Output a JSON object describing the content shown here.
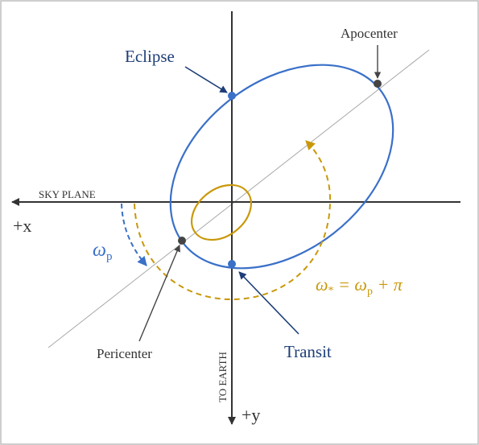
{
  "labels": {
    "eclipse": "Eclipse",
    "apocenter": "Apocenter",
    "pericenter": "Pericenter",
    "transit": "Transit",
    "sky_plane": "SKY PLANE",
    "to_earth": "TO EARTH",
    "plus_x": "+x",
    "plus_y": "+y",
    "omega_p_symbol": "ω",
    "omega_p_sub": "p",
    "omega_star_eq_omega": "ω",
    "omega_star_eq_star": "*",
    "omega_star_eq_mid": " = ω",
    "omega_star_eq_p": "p",
    "omega_star_eq_end": " + π"
  },
  "colors": {
    "orbit_blue": "#3a70c8",
    "label_navy": "#1d3e78",
    "star_gold": "#c9980a",
    "axis_dark": "#333333",
    "point_dark": "#444444",
    "thin_line": "#a8a8a8",
    "frame": "#bdbdbd"
  }
}
